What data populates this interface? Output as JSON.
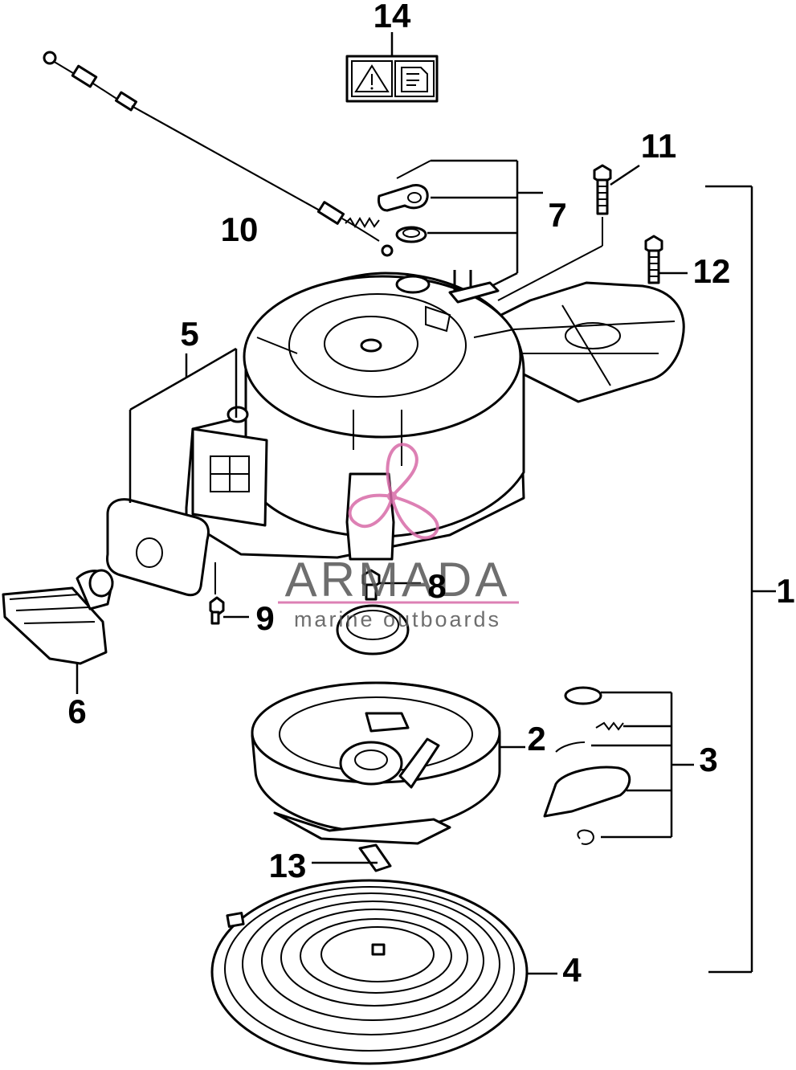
{
  "callouts": {
    "c1": "1",
    "c2": "2",
    "c3": "3",
    "c4": "4",
    "c5": "5",
    "c6": "6",
    "c7": "7",
    "c8": "8",
    "c9": "9",
    "c10": "10",
    "c11": "11",
    "c12": "12",
    "c13": "13",
    "c14": "14"
  },
  "watermark": {
    "brand": "ARMADA",
    "tagline": "marine outboards",
    "accent_color": "#d86aa8"
  },
  "icons": {
    "warning_label": "warning-triangle-icon",
    "manual_label": "manual-book-icon"
  }
}
